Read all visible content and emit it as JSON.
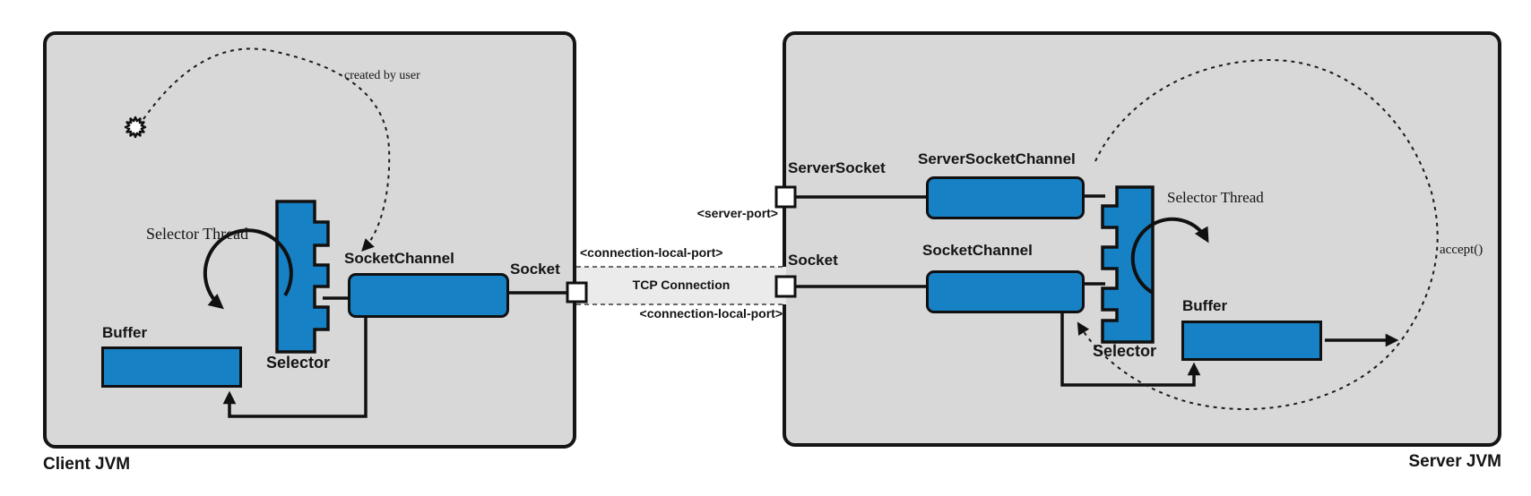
{
  "client": {
    "title": "Client JVM",
    "created_by_user": "created by user",
    "selector_thread": "Selector Thread",
    "selector": "Selector",
    "socketchannel": "SocketChannel",
    "socket": "Socket",
    "buffer": "Buffer"
  },
  "connection": {
    "server_port": "<server-port>",
    "local_port_top": "<connection-local-port>",
    "tcp": "TCP Connection",
    "local_port_bottom": "<connection-local-port>"
  },
  "server": {
    "title": "Server JVM",
    "serversocket": "ServerSocket",
    "serversocketchannel": "ServerSocketChannel",
    "socket": "Socket",
    "socketchannel": "SocketChannel",
    "selector_thread": "Selector Thread",
    "selector": "Selector",
    "buffer": "Buffer",
    "accept": "accept()"
  },
  "colors": {
    "shape_blue": "#1781c5",
    "box_gray": "#d8d8d8",
    "band_gray": "#ebebeb",
    "line_black": "#101010"
  }
}
